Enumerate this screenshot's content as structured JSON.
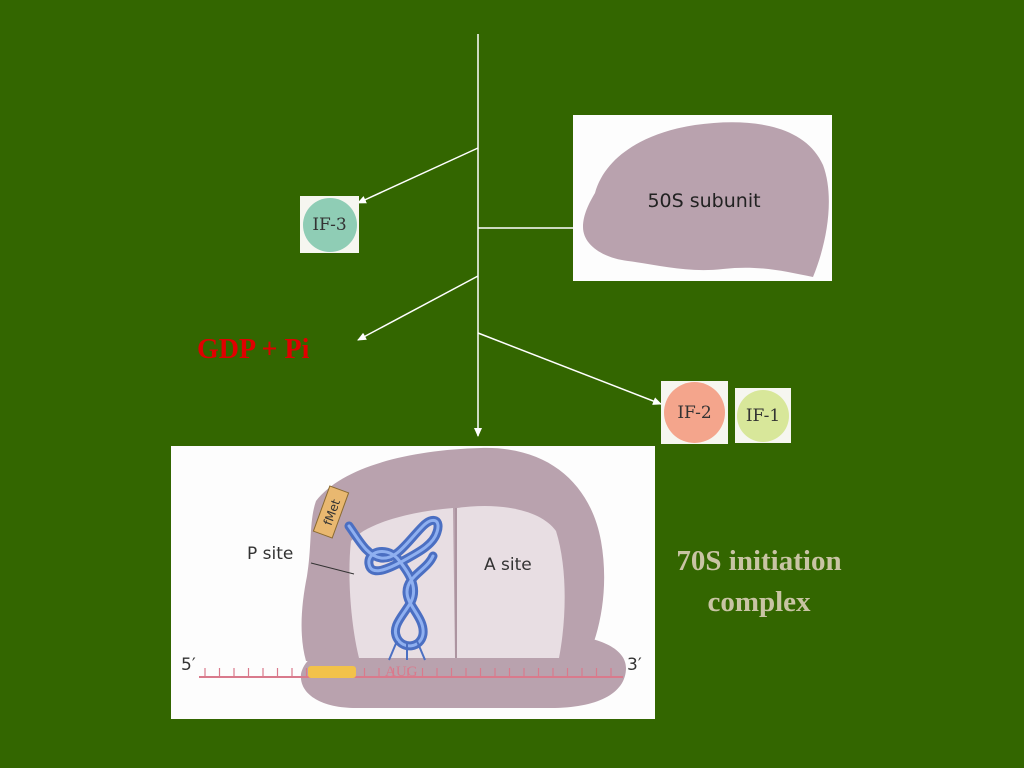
{
  "factors": {
    "if3": "IF-3",
    "if2": "IF-2",
    "if1": "IF-1"
  },
  "gdp_label": "GDP + Pi",
  "subunit_50s": {
    "label": "50S subunit"
  },
  "complex": {
    "p_site": "P site",
    "a_site": "A site",
    "fmet": "fMet",
    "codon": "AUG",
    "five_prime": "5′",
    "three_prime": "3′"
  },
  "caption": {
    "line1": "70S initiation",
    "line2": "complex"
  },
  "colors": {
    "background": "#336600",
    "arrow": "#ffffff",
    "ribosome": "#b9a2ae",
    "if3": "#8fcdb5",
    "if2": "#f4a58c",
    "if1": "#d8e79a",
    "gdp_text": "#e00000",
    "caption_text": "#c9c4a4"
  }
}
